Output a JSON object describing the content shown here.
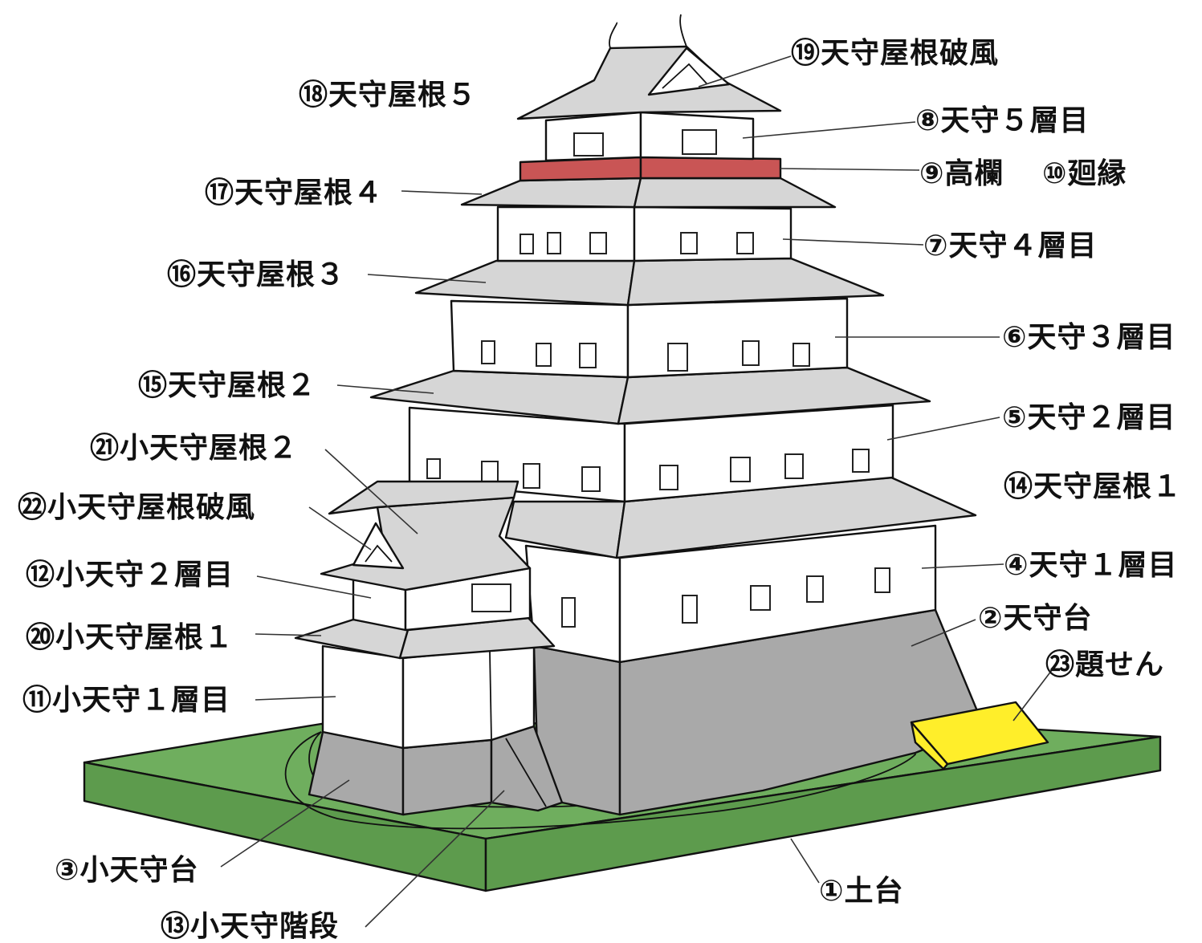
{
  "labels": {
    "base": "①土台",
    "tenshu_dai": "②天守台",
    "kotenshu_dai": "③小天守台",
    "tenshu_1f": "④天守１層目",
    "tenshu_2f": "⑤天守２層目",
    "tenshu_3f": "⑥天守３層目",
    "tenshu_4f": "⑦天守４層目",
    "tenshu_5f": "⑧天守５層目",
    "koran": "⑨高欄",
    "mawaribuchi": "⑩廻縁",
    "kotenshu_1f": "⑪小天守１層目",
    "kotenshu_2f": "⑫小天守２層目",
    "kotenshu_stairs": "⑬小天守階段",
    "roof_1": "⑭天守屋根１",
    "roof_2": "⑮天守屋根２",
    "roof_3": "⑯天守屋根３",
    "roof_4": "⑰天守屋根４",
    "roof_5": "⑱天守屋根５",
    "roof_gable": "⑲天守屋根破風",
    "ko_roof_1": "⑳小天守屋根１",
    "ko_roof_2": "㉑小天守屋根２",
    "ko_roof_gable": "㉒小天守屋根破風",
    "title_plate": "㉓題せん"
  },
  "colors": {
    "base_green": "#6fae5e",
    "base_green_dark": "#5d9b4d",
    "stone_gray": "#a9a9a9",
    "roof_gray": "#d6d6d6",
    "wall_white": "#ffffff",
    "railing_red": "#c95555",
    "path_orange": "#d9962e",
    "plate_yellow": "#ffee2a"
  }
}
